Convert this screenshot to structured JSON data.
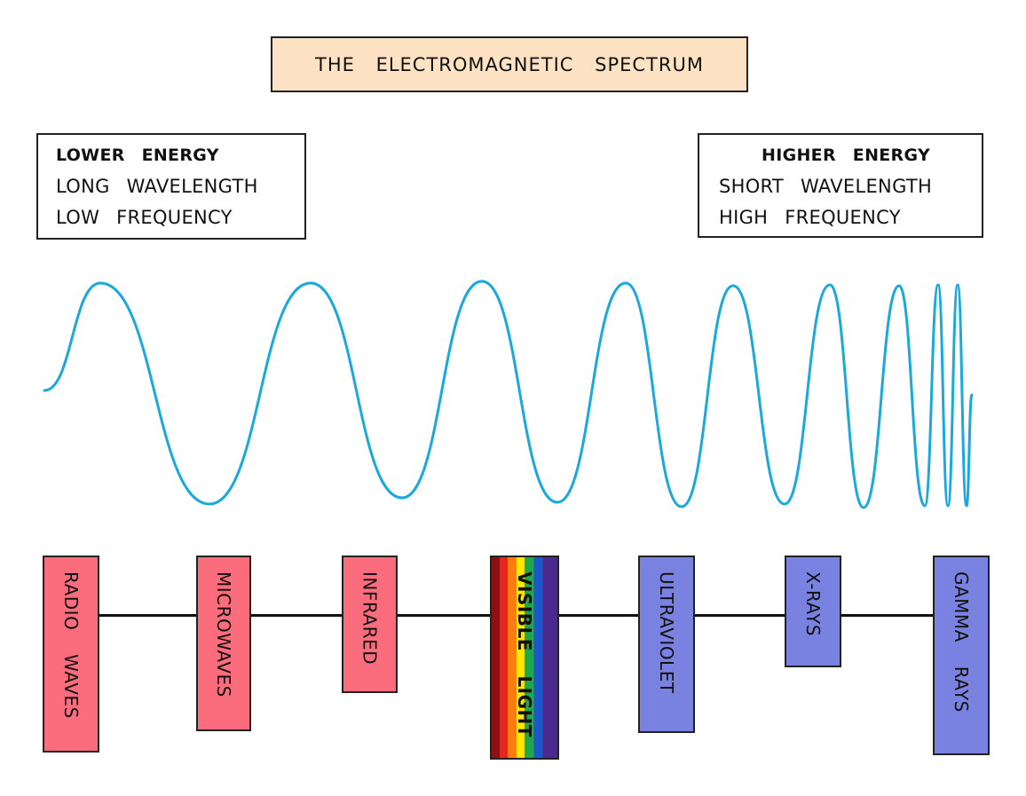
{
  "title": "THE ELECTROMAGNETIC SPECTRUM",
  "lower_box": {
    "heading": "LOWER ENERGY",
    "line1": "LONG WAVELENGTH",
    "line2": "LOW FREQUENCY"
  },
  "higher_box": {
    "heading": "HIGHER ENERGY",
    "line1": "SHORT WAVELENGTH",
    "line2": "HIGH FREQUENCY"
  },
  "bands": [
    {
      "label": "RADIO WAVES",
      "color": "#fb6d7d"
    },
    {
      "label": "MICROWAVES",
      "color": "#fb6d7d"
    },
    {
      "label": "INFRARED",
      "color": "#fb6d7d"
    },
    {
      "label": "VISIBLE LIGHT",
      "color": "rainbow"
    },
    {
      "label": "ULTRAVIOLET",
      "color": "#7a82e1"
    },
    {
      "label": "X-RAYS",
      "color": "#7a82e1"
    },
    {
      "label": "GAMMA RAYS",
      "color": "#7a82e1"
    }
  ],
  "colors": {
    "wave": "#19a9dc",
    "title_bg": "#fde3c3",
    "low_energy_band": "#fb6d7d",
    "high_energy_band": "#7a82e1"
  }
}
